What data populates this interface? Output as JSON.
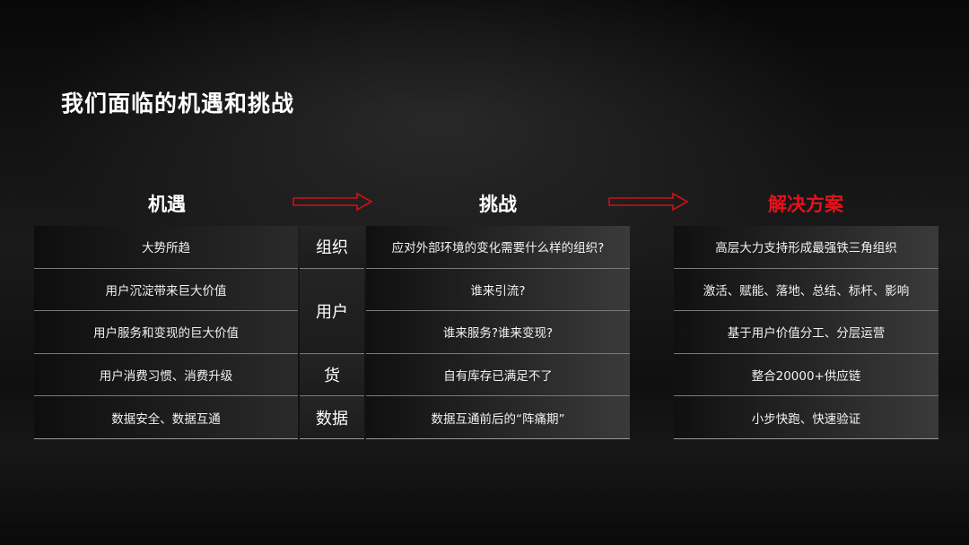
{
  "title": "我们面临的机遇和挑战",
  "columns": {
    "opportunities": {
      "heading": "机遇",
      "rows": [
        "大势所趋",
        "用户沉淀带来巨大价值",
        "用户服务和变现的巨大价值",
        "用户消费习惯、消费升级",
        "数据安全、数据互通"
      ]
    },
    "categories": [
      "组织",
      "用户",
      "货",
      "数据"
    ],
    "challenges": {
      "heading": "挑战",
      "rows": [
        "应对外部环境的变化需要什么样的组织?",
        "谁来引流?",
        "谁来服务?谁来变现?",
        "自有库存已满足不了",
        "数据互通前后的“阵痛期”"
      ]
    },
    "solutions": {
      "heading": "解决方案",
      "rows": [
        "高层大力支持形成最强铁三角组织",
        "激活、赋能、落地、总结、标杆、影响",
        "基于用户价值分工、分层运营",
        "整合20000+供应链",
        "小步快跑、快速验证"
      ]
    }
  },
  "colors": {
    "accent_red": "#e8101a",
    "arrow_red": "#d0101a"
  },
  "icons": [
    "arrow-right-icon",
    "arrow-right-icon"
  ]
}
